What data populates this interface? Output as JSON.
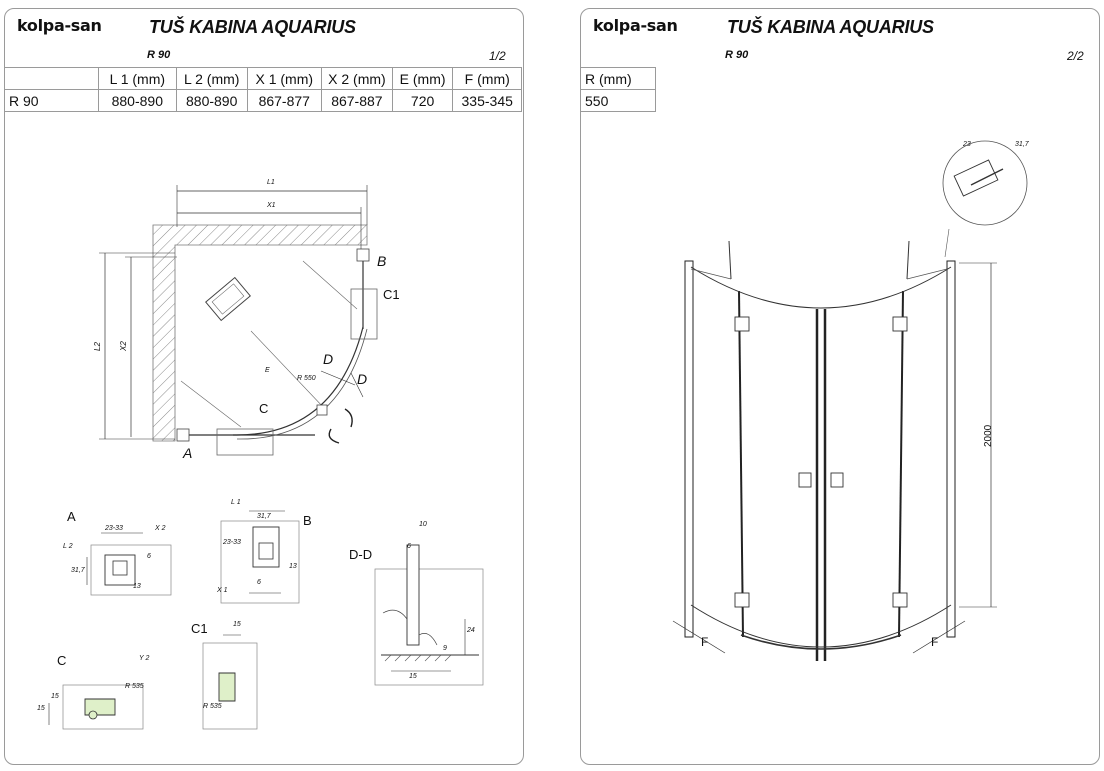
{
  "brand": {
    "logo_text": "kolpa-san"
  },
  "document": {
    "title": "TUŠ KABINA AQUARIUS",
    "model": "R 90"
  },
  "sheet1": {
    "page": "1/2",
    "table": {
      "headers": [
        "",
        "L 1 (mm)",
        "L 2 (mm)",
        "X 1 (mm)",
        "X 2 (mm)",
        "E  (mm)",
        "F  (mm)"
      ],
      "rows": [
        [
          "R 90",
          "880-890",
          "880-890",
          "867-877",
          "867-887",
          "720",
          "335-345"
        ]
      ]
    },
    "plan_labels": {
      "L1": "L1",
      "X1": "X1",
      "L2": "L2",
      "X2": "X2",
      "E": "E",
      "R": "R 550",
      "A": "A",
      "B": "B",
      "C": "C",
      "C1": "C1",
      "D1": "D",
      "D2": "D"
    },
    "details": {
      "A": {
        "title": "A",
        "d1": "23-33",
        "d2": "X 2",
        "d3": "L 2",
        "d4": "31,7",
        "d5": "6",
        "d6": "13"
      },
      "B": {
        "title": "B",
        "d1": "L 1",
        "d2": "31,7",
        "d3": "23-33",
        "d4": "13",
        "d5": "X 1",
        "d6": "6"
      },
      "C1": {
        "title": "C1",
        "d1": "15",
        "d2": "R 535"
      },
      "C": {
        "title": "C",
        "d1": "R 535",
        "d2": "Y 2",
        "d3": "15",
        "d4": "15"
      },
      "DD": {
        "title": "D-D",
        "d1": "10",
        "d2": "6",
        "d3": "24",
        "d4": "9",
        "d5": "15"
      }
    }
  },
  "sheet2": {
    "page": "2/2",
    "table": {
      "header": "R (mm)",
      "value": "550"
    },
    "labels": {
      "height": "2000",
      "F_left": "F",
      "F_right": "F",
      "detail_a": "23",
      "detail_b": "31,7"
    }
  }
}
